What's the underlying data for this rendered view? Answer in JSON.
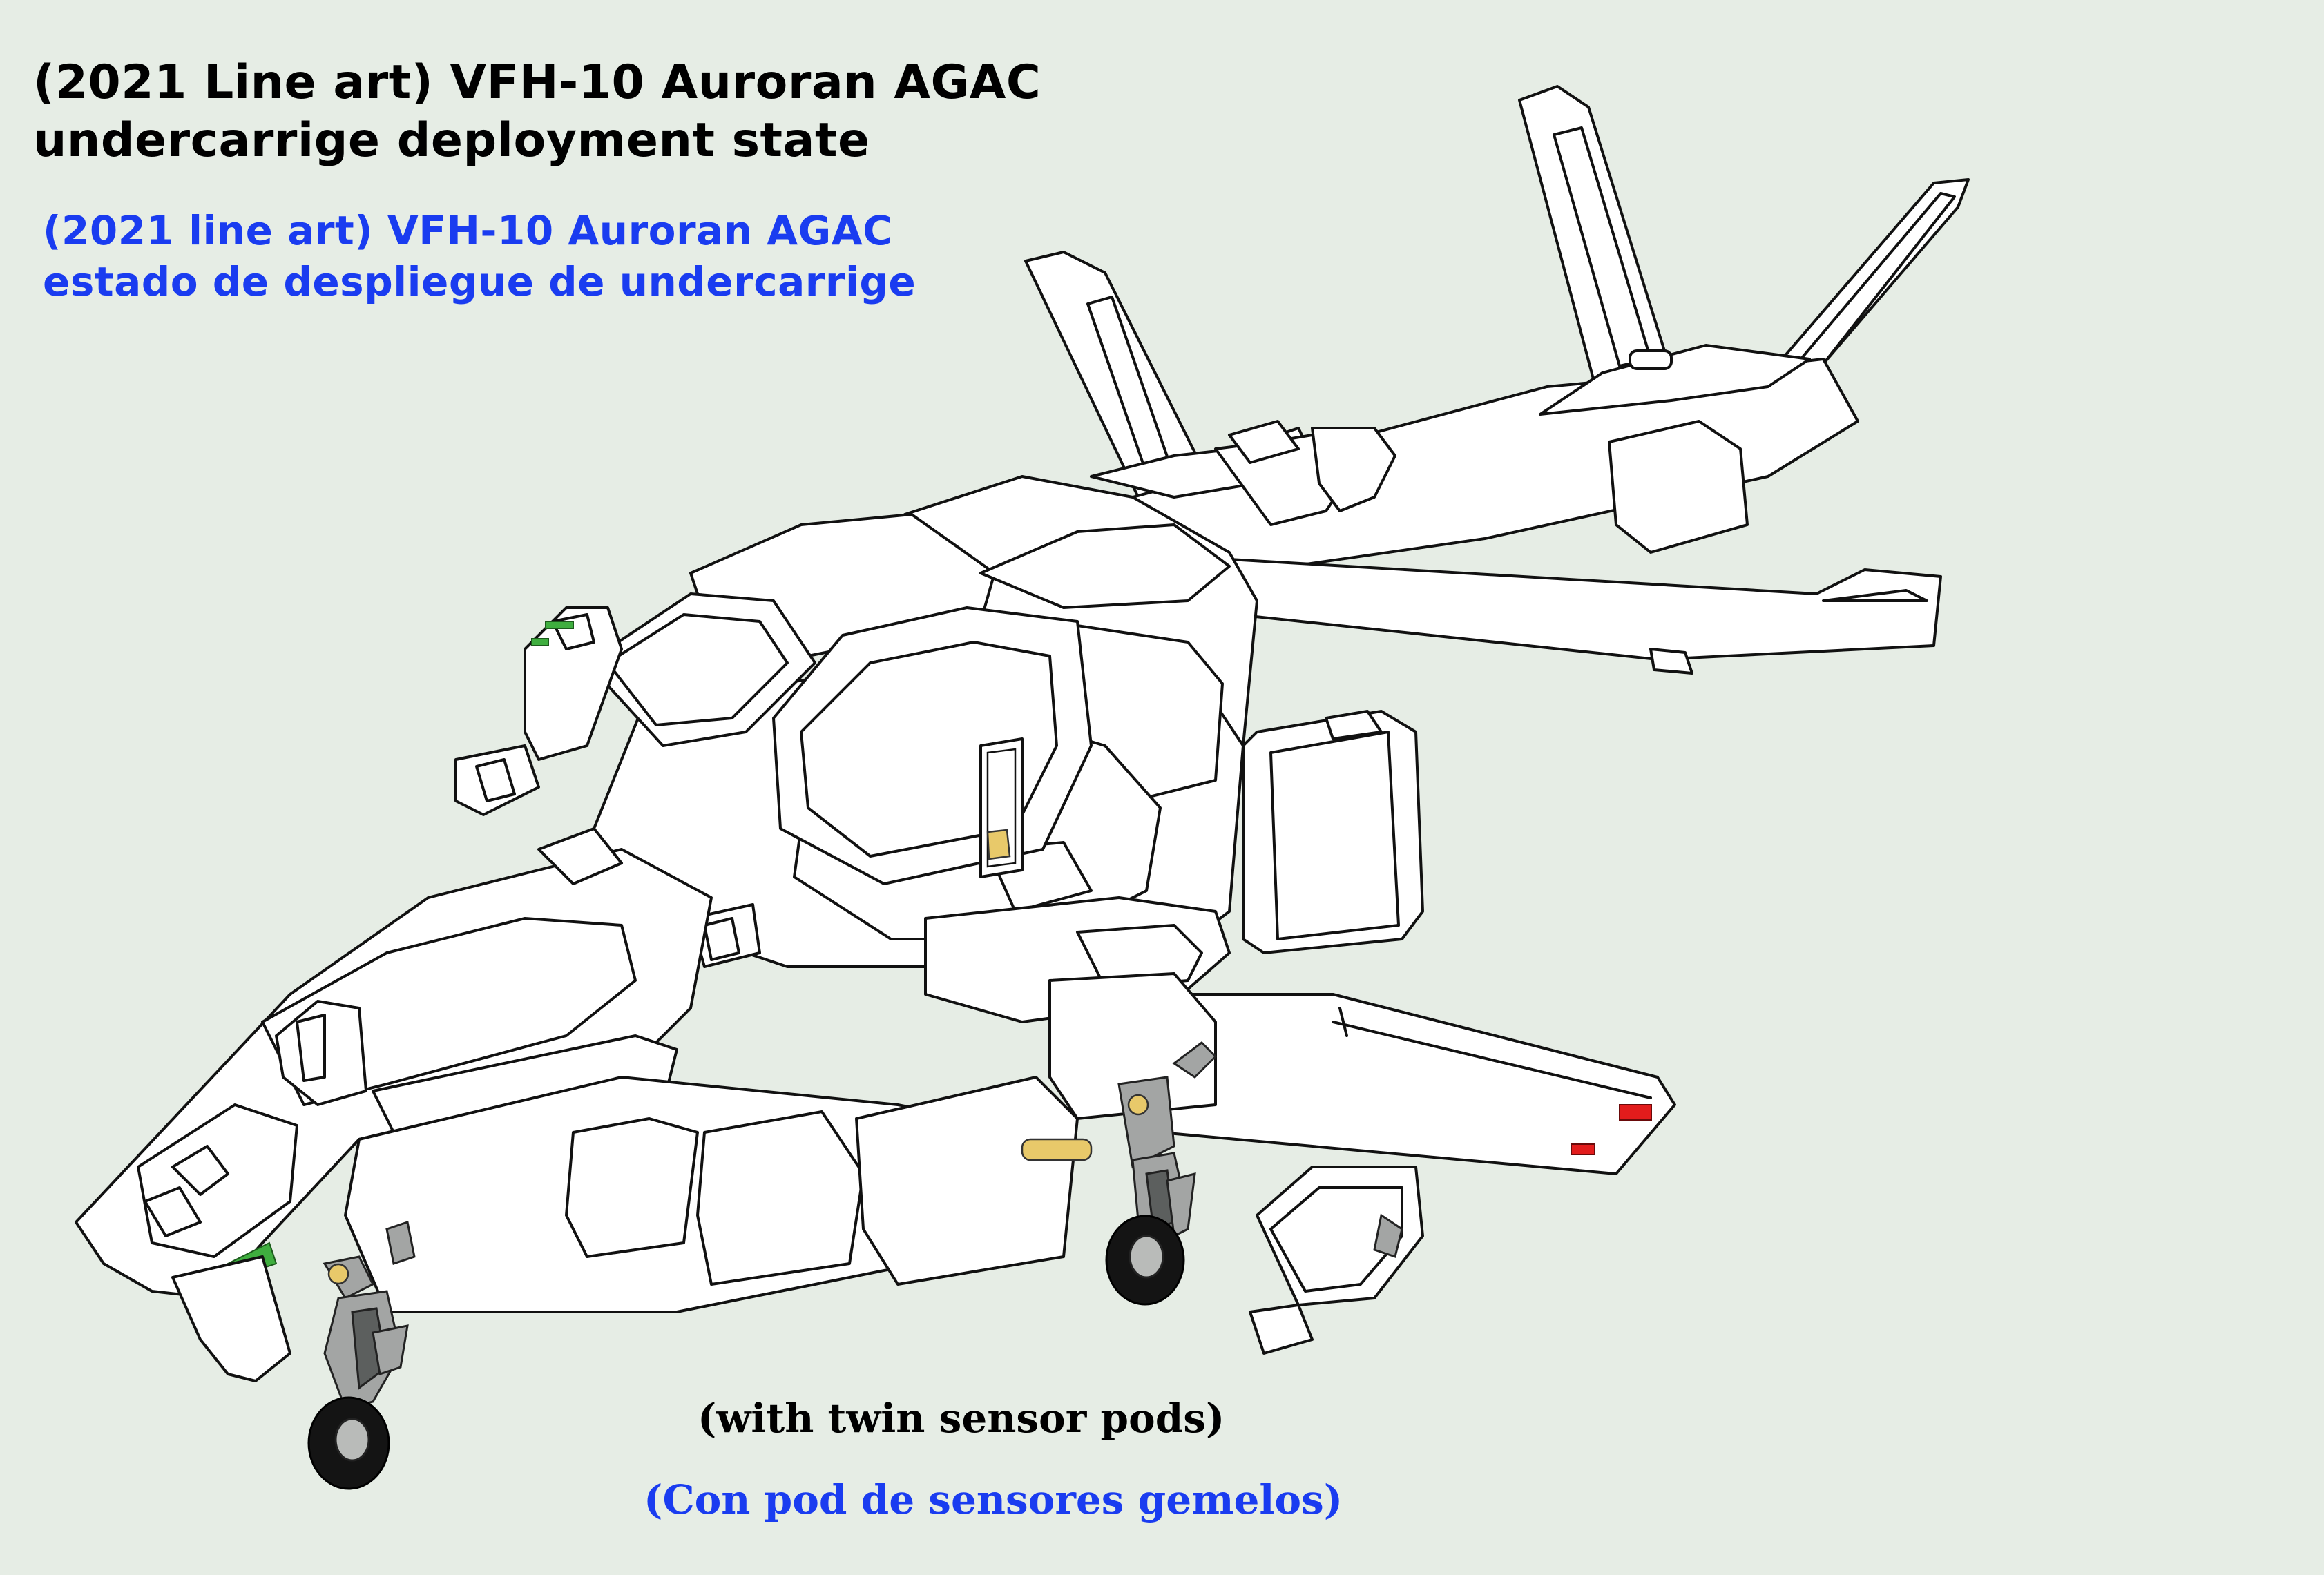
{
  "title": {
    "english": [
      "(2021 Line art) VFH-10 Auroran AGAC",
      "undercarrige deployment state"
    ],
    "spanish": [
      "(2021 line art) VFH-10 Auroran AGAC",
      "estado de despliegue de undercarrige"
    ]
  },
  "caption": {
    "english": "(with twin sensor pods)",
    "spanish": "(Con pod de sensores gemelos)"
  },
  "colors": {
    "background": "#e6ede5",
    "title_primary": "#000000",
    "title_secondary": "#1a3cf0",
    "line_art": "#111111",
    "landing_gear": "#a3a5a4",
    "sensor_light_green": "#3fae3f",
    "marker_red": "#e21c1c"
  },
  "illustration": {
    "subject": "mecha-aircraft-line-art",
    "parts": [
      "nose-cockpit",
      "main-body",
      "engine-nacelles",
      "main-wings",
      "tail-fins",
      "sensor-pods",
      "nose-landing-gear",
      "main-landing-gear"
    ]
  }
}
